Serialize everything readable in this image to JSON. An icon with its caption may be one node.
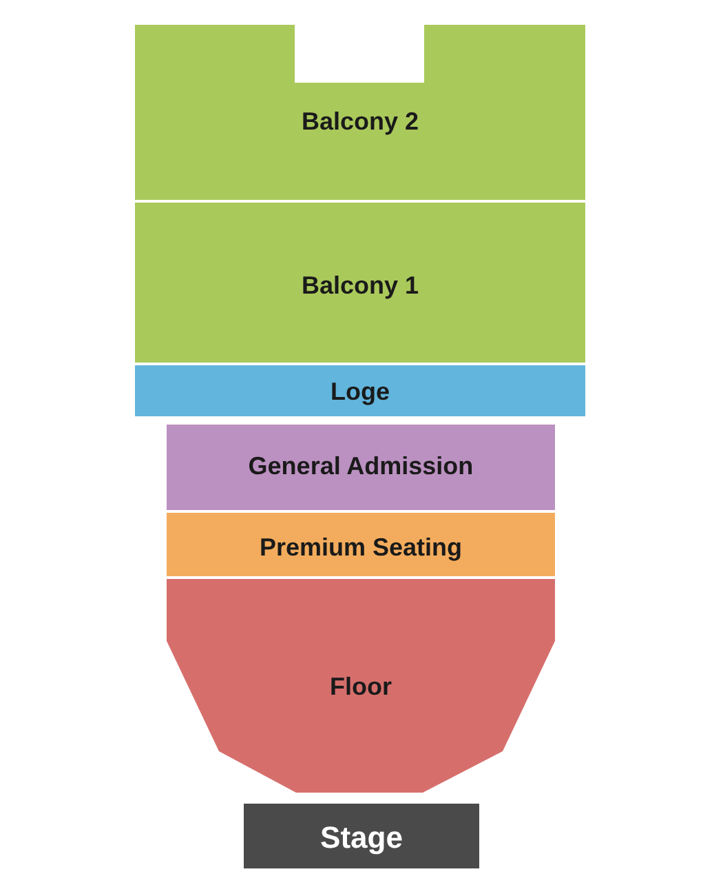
{
  "diagram": {
    "nodes": [
      {
        "text": [
          "Balcony 2"
        ]
      },
      {
        "text": [
          "Balcony 1"
        ]
      },
      {
        "text": [
          "Loge"
        ]
      },
      {
        "text": [
          "General Admission"
        ]
      },
      {
        "text": [
          "Premium Seating"
        ]
      },
      {
        "text": [
          "Floor"
        ]
      },
      {
        "text": [
          "Stage"
        ]
      }
    ],
    "edges": []
  }
}
